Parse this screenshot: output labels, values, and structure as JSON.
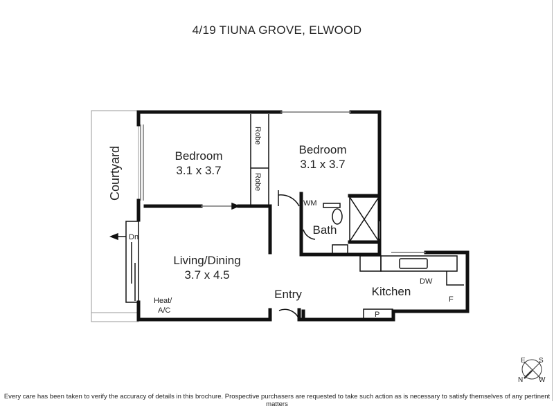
{
  "title": "4/19 TIUNA GROVE, ELWOOD",
  "rooms": {
    "courtyard": "Courtyard",
    "bedroom1": {
      "name": "Bedroom",
      "size": "3.1 x 3.7"
    },
    "bedroom2": {
      "name": "Bedroom",
      "size": "3.1 x 3.7"
    },
    "robe1": "Robe",
    "robe2": "Robe",
    "wm": "WM",
    "bath": "Bath",
    "living": {
      "name": "Living/Dining",
      "size": "3.7 x 4.5"
    },
    "entry": "Entry",
    "kitchen": "Kitchen",
    "dw": "DW",
    "fridge": "F",
    "pantry": "P",
    "down": "Dn",
    "heat1": "Heat/",
    "heat2": "A/C"
  },
  "compass": {
    "e": "E",
    "s": "S",
    "n": "N",
    "w": "W"
  },
  "disclaimer": "Every care has been taken to verify the accuracy of details in this brochure. Prospective purchasers are requested to take such action as is necessary to satisfy themselves of any pertinent matters"
}
